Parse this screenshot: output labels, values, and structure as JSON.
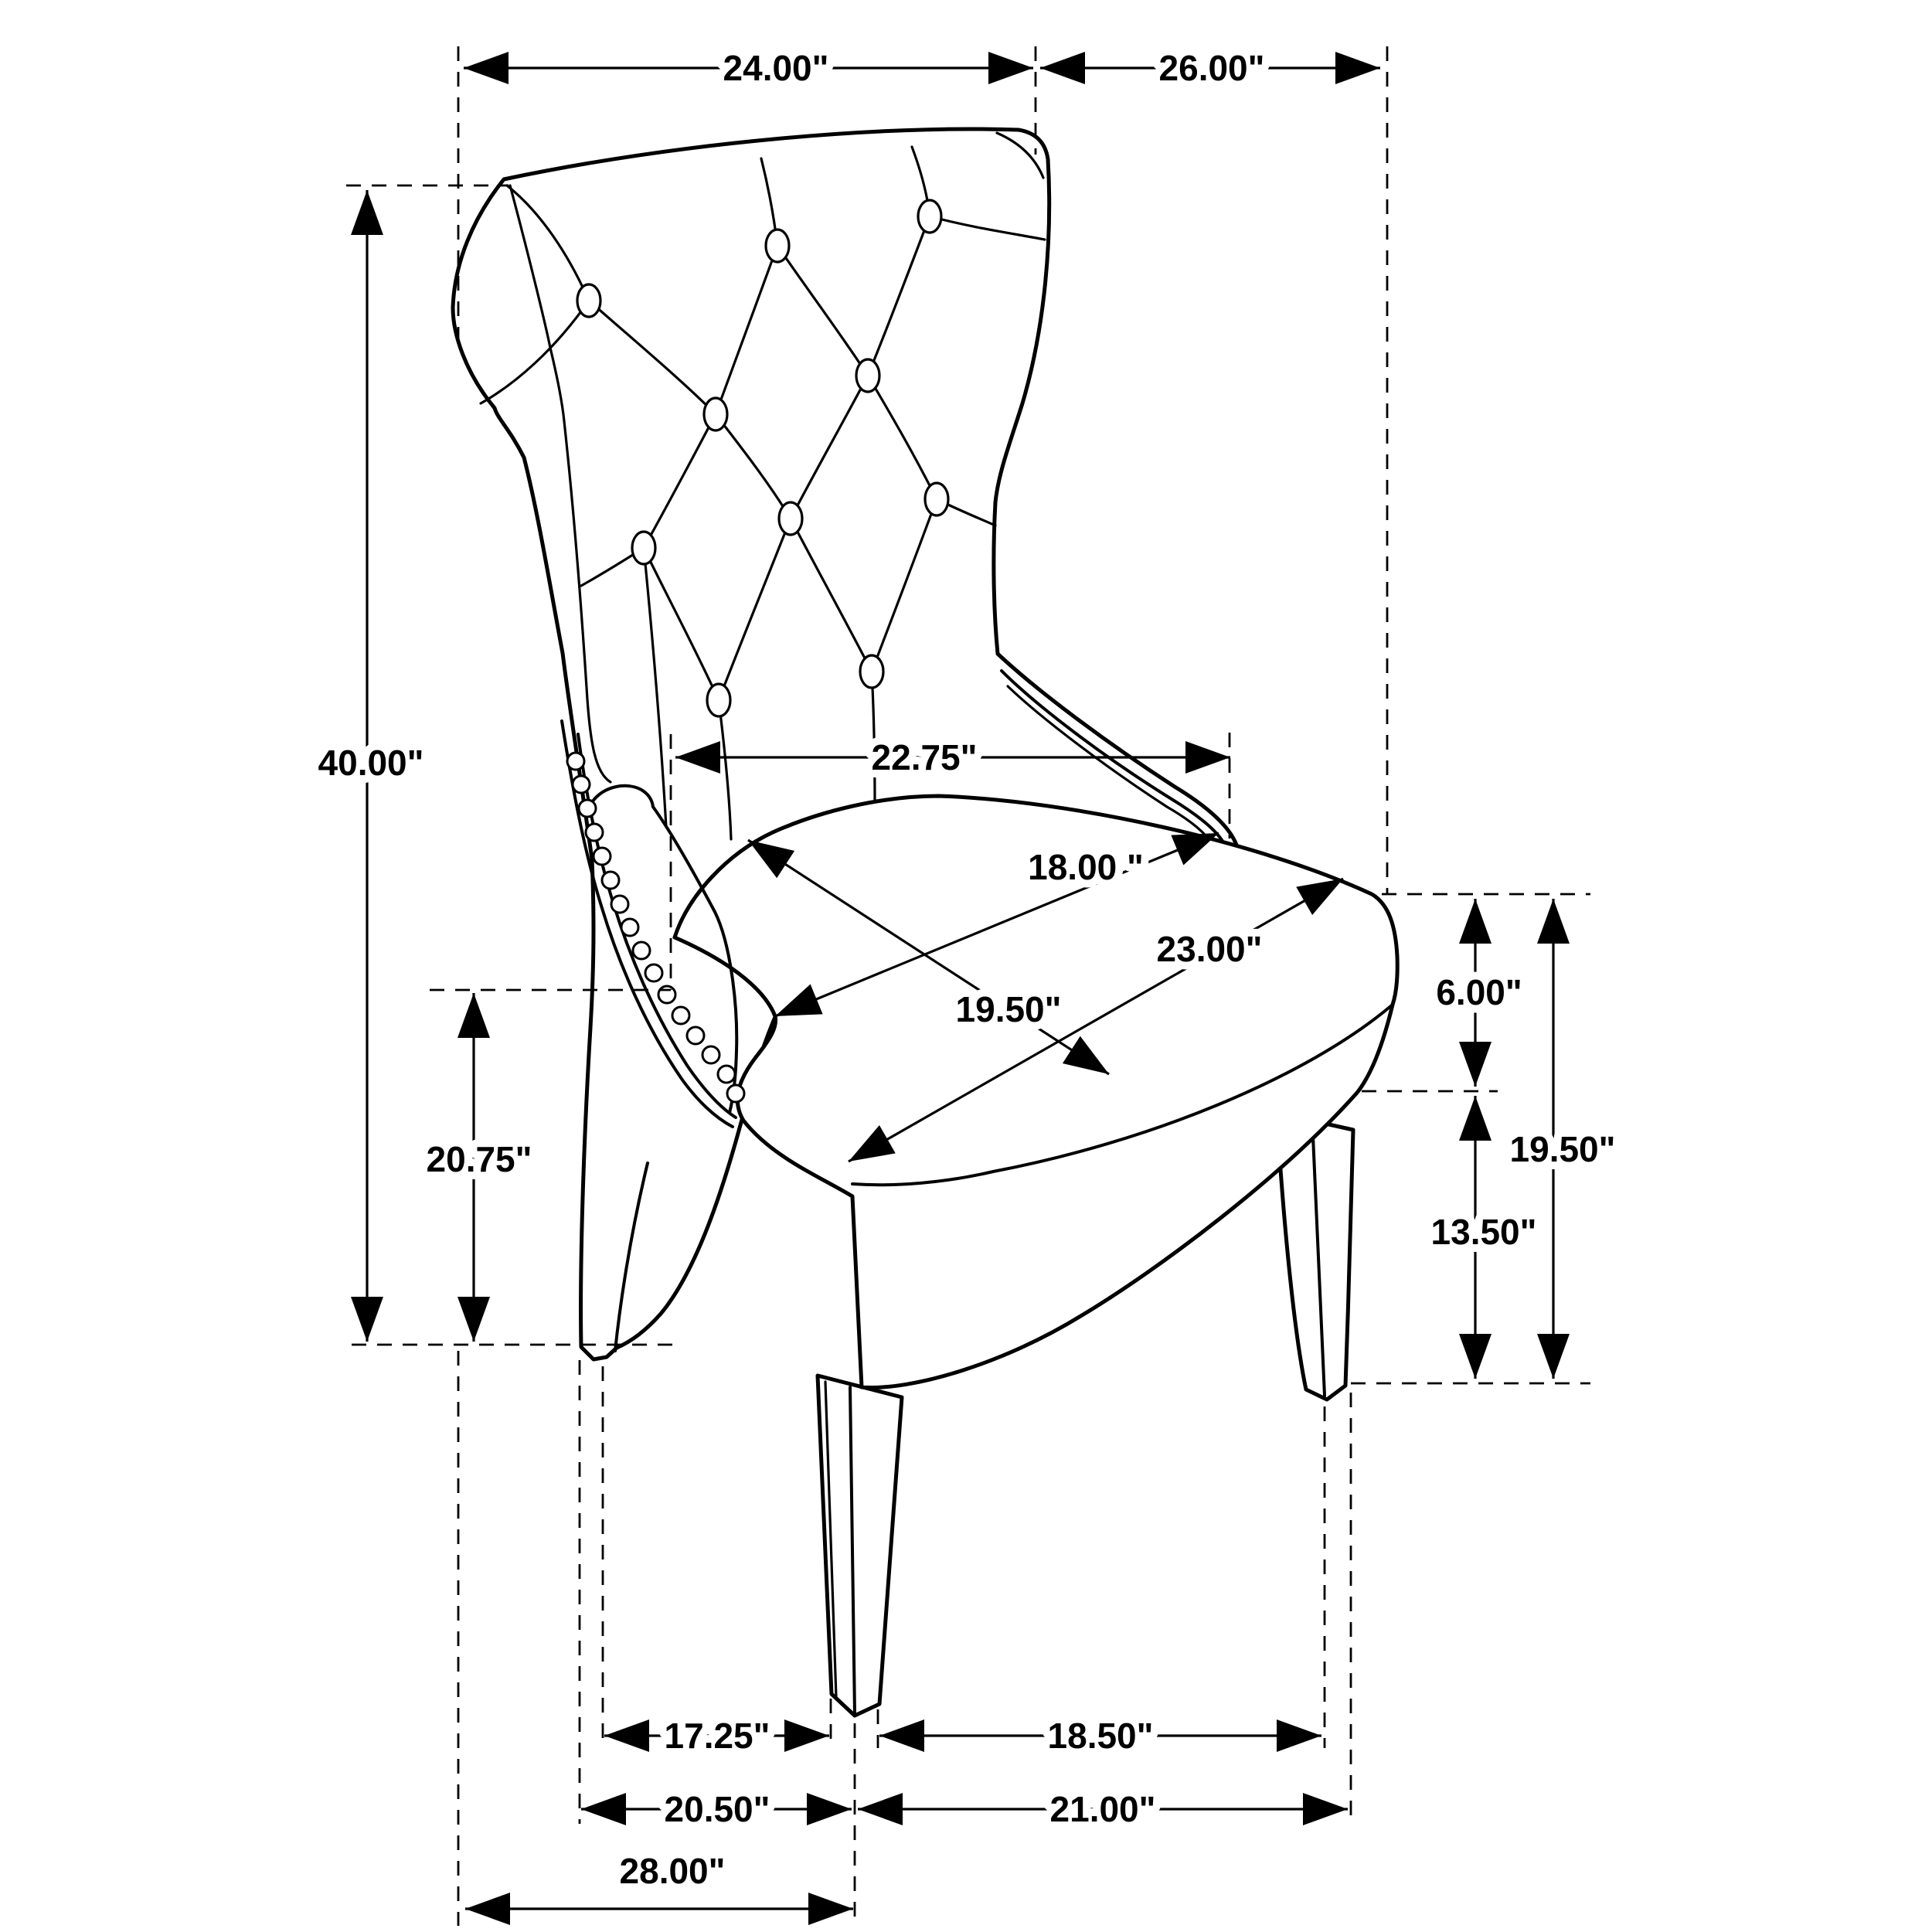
{
  "diagram": {
    "kind": "furniture-dimension-diagram",
    "subject": "tufted wingback dining chair",
    "unit": "inches",
    "line_color": "#000000",
    "background_color": "#ffffff"
  },
  "dims": {
    "back_width_top": "24.00\"",
    "depth_top": "26.00\"",
    "overall_height": "40.00\"",
    "interior_width": "22.75\"",
    "seat_back_width": "18.00 \"",
    "seat_diagonal": "23.00\"",
    "seat_depth": "19.50\"",
    "arm_height": "20.75\"",
    "cushion_thickness": "6.00\"",
    "seat_height": "19.50\"",
    "leg_height": "13.50\"",
    "front_leg_offset_side": "17.25\"",
    "front_leg_spacing": "18.50\"",
    "base_span_rear": "20.50\"",
    "base_span_front": "21.00\"",
    "overall_depth": "28.00\""
  }
}
